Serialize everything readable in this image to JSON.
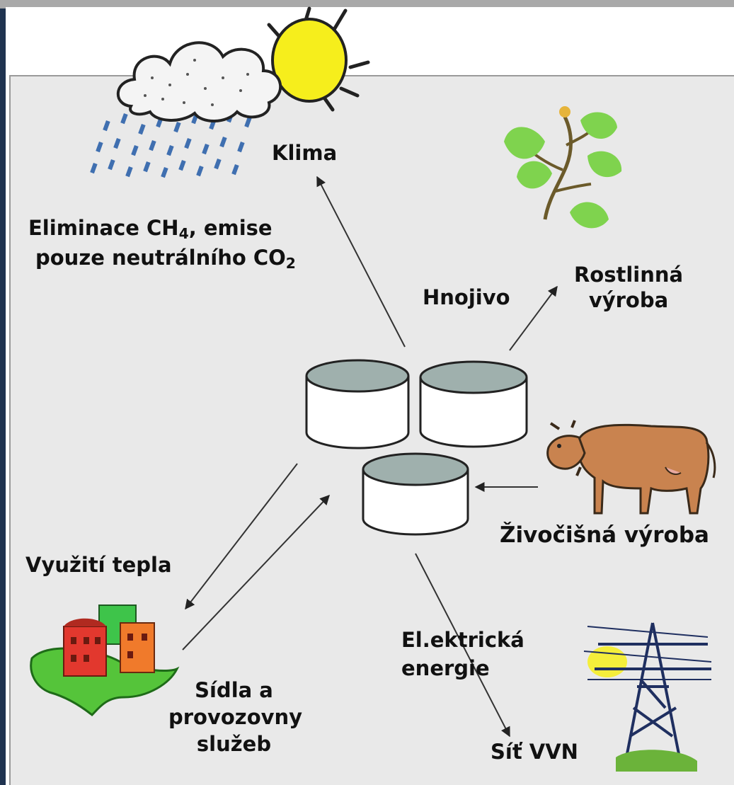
{
  "labels": {
    "klima": "Klima",
    "elim_line1_pre": "Eliminace CH",
    "elim_line1_sub": "4",
    "elim_line1_post": ", emise",
    "elim_line2_pre": "pouze neutrálního CO",
    "elim_line2_sub": "2",
    "hnojivo": "Hnojivo",
    "rostlinna_line1": "Rostlinná",
    "rostlinna_line2": "výroba",
    "zivocisna": "Živočišná výroba",
    "vyuziti_tepla": "Využití tepla",
    "sidla_line1": "Sídla a",
    "sidla_line2": "provozovny",
    "sidla_line3": "služeb",
    "elektricka_line1": "El.ektrická",
    "elektricka_line2": "energie",
    "sit_vvn": "Síť VVN"
  },
  "icons": [
    "rain-cloud-sun-icon",
    "plant-icon",
    "biogas-tank-icon",
    "cow-icon",
    "buildings-icon",
    "power-pylon-icon"
  ],
  "colors": {
    "background_outer": "#1f3350",
    "panel": "#e9e9e9",
    "sun": "#f6ee1c",
    "leaf": "#7fd34e",
    "cow": "#c9834f",
    "tank_lid": "#9fb0ad"
  }
}
